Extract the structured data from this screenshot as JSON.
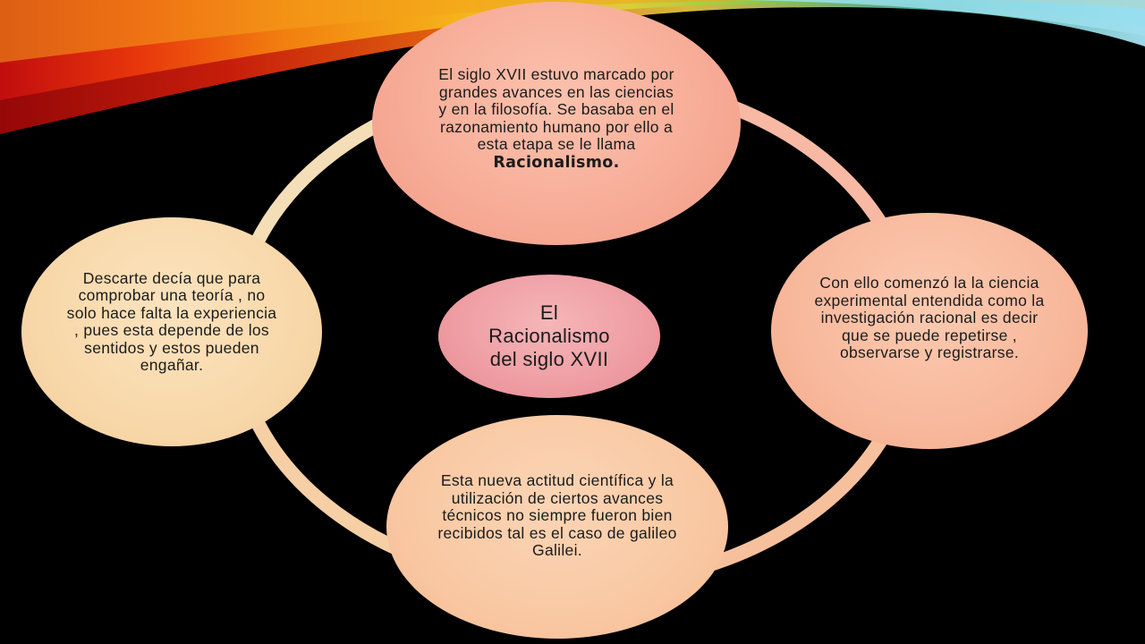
{
  "diagram": {
    "center": {
      "lines": [
        "El",
        "Racionalismo",
        "del siglo XVII"
      ]
    },
    "nodes": {
      "top": {
        "text": "El siglo XVII estuvo marcado por grandes avances en las ciencias y en la filosofía. Se basaba en el razonamiento humano  por ello a esta etapa se le llama ",
        "emphasis": "Racionalismo."
      },
      "right": {
        "text": "Con ello comenzó la la ciencia experimental entendida como la investigación racional es decir que se puede repetirse , observarse y registrarse."
      },
      "bottom": {
        "text": "Esta nueva actitud científica y la utilización de ciertos avances técnicos no siempre fueron bien recibidos tal es el caso de galileo Galilei."
      },
      "left": {
        "text": "Descarte decía que para comprobar una teoría , no solo hace falta la experiencia , pues esta depende de los sentidos y estos pueden engañar."
      }
    }
  },
  "colors": {
    "background": "#000000",
    "ring_top_right": "#f7b9a3",
    "ring_bottom_right": "#f6c09d",
    "ring_bottom_left": "#f6cfa5",
    "ring_top_left": "#f4deb8",
    "center_fill": "#ee9da3"
  }
}
